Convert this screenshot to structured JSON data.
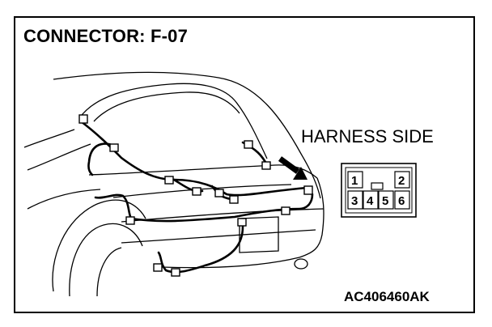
{
  "diagram": {
    "title": "CONNECTOR: F-07",
    "harness_side_label": "HARNESS SIDE",
    "figure_code": "AC406460AK",
    "connector_pins": {
      "top_row": [
        "1",
        "2"
      ],
      "bottom_row": [
        "3",
        "4",
        "5",
        "6"
      ]
    },
    "line_color": "#000000",
    "background_color": "#ffffff"
  }
}
